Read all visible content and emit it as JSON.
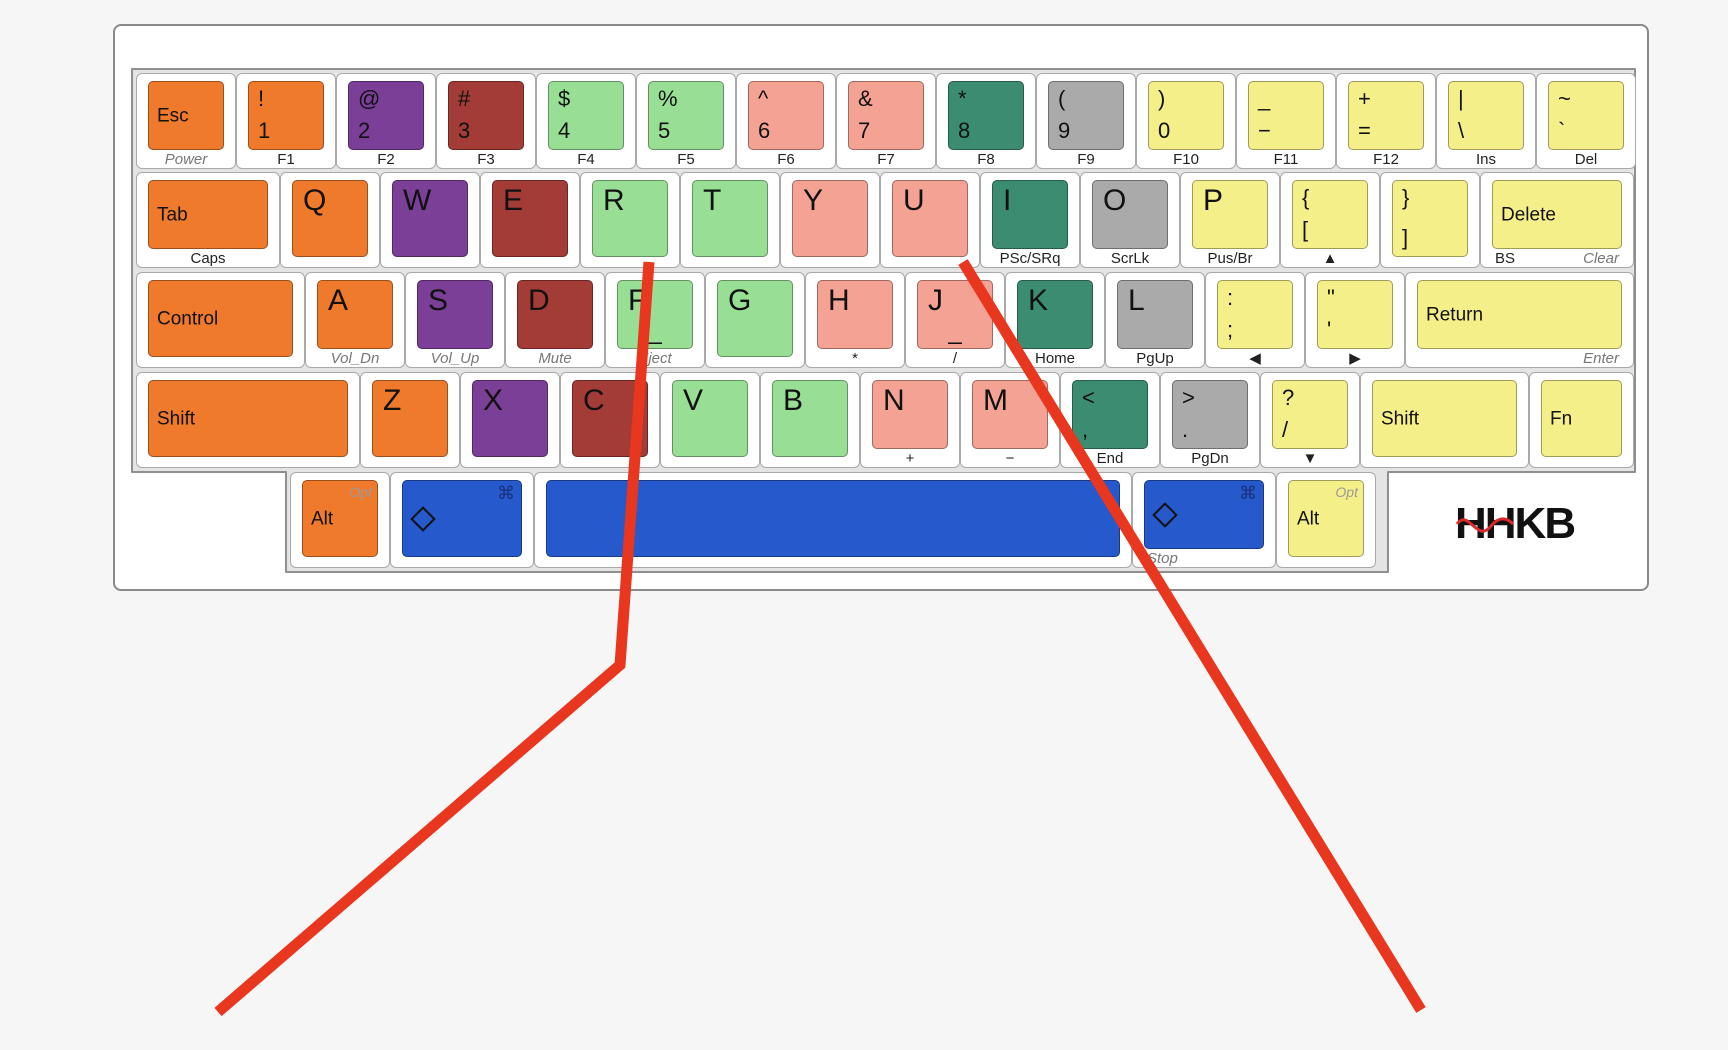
{
  "logo": "HHKB",
  "colors": {
    "orange": "#ef7a2b",
    "purple": "#7b3f98",
    "red": "#a33b36",
    "green": "#98df95",
    "salmon": "#f4a293",
    "teal": "#3c8c71",
    "gray": "#aaaaaa",
    "yellow": "#f5ef8a",
    "blue": "#2659cc",
    "annotation": "#e8361f"
  },
  "keys": [
    {
      "label": "Esc",
      "sub": "Power"
    },
    {
      "shift": "!",
      "base": "1",
      "sub": "F1"
    },
    {
      "shift": "@",
      "base": "2",
      "sub": "F2"
    },
    {
      "shift": "#",
      "base": "3",
      "sub": "F3"
    },
    {
      "shift": "$",
      "base": "4",
      "sub": "F4"
    },
    {
      "shift": "%",
      "base": "5",
      "sub": "F5"
    },
    {
      "shift": "^",
      "base": "6",
      "sub": "F6"
    },
    {
      "shift": "&",
      "base": "7",
      "sub": "F7"
    },
    {
      "shift": "*",
      "base": "8",
      "sub": "F8"
    },
    {
      "shift": "(",
      "base": "9",
      "sub": "F9"
    },
    {
      "shift": ")",
      "base": "0",
      "sub": "F10"
    },
    {
      "shift": "_",
      "base": "−",
      "sub": "F11"
    },
    {
      "shift": "+",
      "base": "=",
      "sub": "F12"
    },
    {
      "shift": "|",
      "base": "\\",
      "sub": "Ins"
    },
    {
      "shift": "~",
      "base": "`",
      "sub": "Del"
    },
    {
      "label": "Tab",
      "sub": "Caps"
    },
    {
      "letter": "Q"
    },
    {
      "letter": "W"
    },
    {
      "letter": "E"
    },
    {
      "letter": "R"
    },
    {
      "letter": "T"
    },
    {
      "letter": "Y"
    },
    {
      "letter": "U"
    },
    {
      "letter": "I",
      "sub": "PSc/SRq"
    },
    {
      "letter": "O",
      "sub": "ScrLk"
    },
    {
      "letter": "P",
      "sub": "Pus/Br"
    },
    {
      "shift": "{",
      "base": "[",
      "sub": "▲"
    },
    {
      "shift": "}",
      "base": "]"
    },
    {
      "label": "Delete",
      "sub": "BS",
      "sub2": "Clear"
    },
    {
      "label": "Control"
    },
    {
      "letter": "A",
      "sub": "Vol_Dn"
    },
    {
      "letter": "S",
      "sub": "Vol_Up"
    },
    {
      "letter": "D",
      "sub": "Mute"
    },
    {
      "letter": "F",
      "mark": "_",
      "sub": "Eject"
    },
    {
      "letter": "G"
    },
    {
      "letter": "H",
      "sub": "*"
    },
    {
      "letter": "J",
      "mark": "_",
      "sub": "/"
    },
    {
      "letter": "K",
      "sub": "Home"
    },
    {
      "letter": "L",
      "sub": "PgUp"
    },
    {
      "shift": ":",
      "base": ";",
      "sub": "◀"
    },
    {
      "shift": "\"",
      "base": "'",
      "sub": "▶"
    },
    {
      "label": "Return",
      "sub2": "Enter"
    },
    {
      "label": "Shift"
    },
    {
      "letter": "Z"
    },
    {
      "letter": "X"
    },
    {
      "letter": "C"
    },
    {
      "letter": "V"
    },
    {
      "letter": "B"
    },
    {
      "letter": "N",
      "sub": "+"
    },
    {
      "letter": "M",
      "sub": "−"
    },
    {
      "shift": "<",
      "base": ",",
      "sub": "End"
    },
    {
      "shift": ">",
      "base": ".",
      "sub": "PgDn"
    },
    {
      "shift": "?",
      "base": "/",
      "sub": "▼"
    },
    {
      "label": "Shift"
    },
    {
      "label": "Fn"
    },
    {
      "label": "Alt",
      "opt": "Opt"
    },
    {
      "diamond": true,
      "cmd": "⌘"
    },
    {
      "space": true
    },
    {
      "diamond": true,
      "cmd": "⌘",
      "sub": "Stop"
    },
    {
      "label": "Alt",
      "opt": "Opt"
    }
  ]
}
